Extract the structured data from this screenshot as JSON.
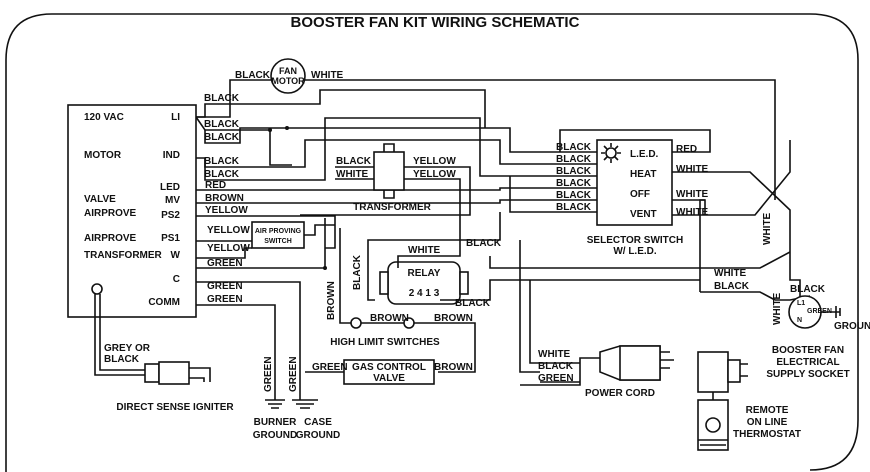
{
  "title": "BOOSTER FAN KIT WIRING SCHEMATIC",
  "control_box": {
    "v120": "120 VAC",
    "li": "LI",
    "motor": "MOTOR",
    "ind": "IND",
    "led": "LED",
    "valve": "VALVE",
    "mv": "MV",
    "airprove_top": "AIRPROVE",
    "ps2": "PS2",
    "airprove": "AIRPROVE",
    "ps1": "PS1",
    "transformer": "TRANSFORMER",
    "w": "W",
    "c": "C",
    "comm": "COMM"
  },
  "wire_labels": {
    "black": "BLACK",
    "white": "WHITE",
    "red": "RED",
    "brown": "BROWN",
    "yellow": "YELLOW",
    "green": "GREEN"
  },
  "components": {
    "fan_motor_1": "FAN",
    "fan_motor_2": "MOTOR",
    "transformer": "TRANSFORMER",
    "air_switch_1": "AIR PROVING",
    "air_switch_2": "SWITCH",
    "relay": "RELAY",
    "relay_pins": "2  4  1  3",
    "high_limit": "HIGH LIMIT SWITCHES",
    "gas_valve_1": "GAS CONTROL",
    "gas_valve_2": "VALVE",
    "selector_led": "L.E.D.",
    "selector_heat": "HEAT",
    "selector_off": "OFF",
    "selector_vent": "VENT",
    "selector_title_1": "SELECTOR SWITCH",
    "selector_title_2": "W/ L.E.D.",
    "power_cord": "POWER CORD",
    "grey_1": "GREY OR",
    "grey_2": "BLACK",
    "igniter": "DIRECT SENSE IGNITER",
    "burner_1": "BURNER",
    "burner_2": "GROUND",
    "case_1": "CASE",
    "case_2": "GROUND",
    "socket_1": "BOOSTER FAN",
    "socket_2": "ELECTRICAL",
    "socket_3": "SUPPLY SOCKET",
    "socket_l1": "L1",
    "socket_n": "N",
    "socket_green": "GREEN",
    "socket_ground": "GROUND",
    "thermo_1": "REMOTE",
    "thermo_2": "ON LINE",
    "thermo_3": "THERMOSTAT"
  }
}
